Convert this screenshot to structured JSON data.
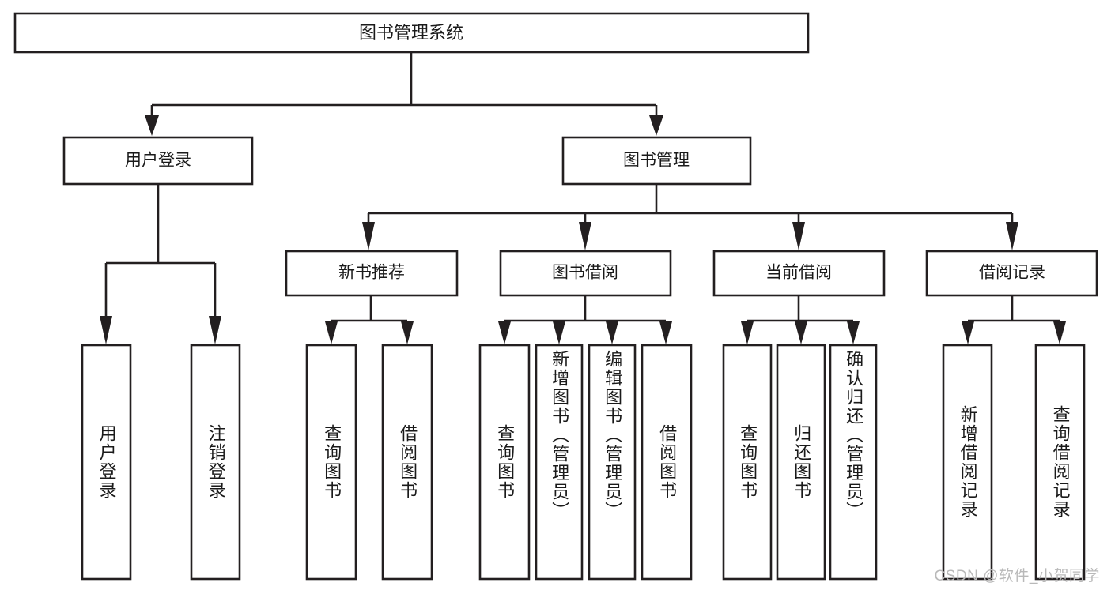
{
  "diagram": {
    "type": "tree-hierarchy",
    "title": "图书管理系统",
    "orientation": "top-down",
    "colors": {
      "box_stroke": "#231f20",
      "box_fill": "#ffffff",
      "text": "#1a1a1a",
      "background": "#ffffff",
      "watermark": "#b9b9b9"
    },
    "levels": {
      "root": {
        "label": "图书管理系统"
      },
      "modules": [
        {
          "label": "用户登录"
        },
        {
          "label": "图书管理"
        }
      ],
      "submodules": [
        {
          "label": "新书推荐"
        },
        {
          "label": "图书借阅"
        },
        {
          "label": "当前借阅"
        },
        {
          "label": "借阅记录"
        }
      ],
      "leaves": {
        "user_login": [
          {
            "label": "用户登录"
          },
          {
            "label": "注销登录"
          }
        ],
        "new_book_recommend": [
          {
            "label": "查询图书"
          },
          {
            "label": "借阅图书"
          }
        ],
        "book_borrow": [
          {
            "label": "查询图书"
          },
          {
            "label": "新增图书（管理员）"
          },
          {
            "label": "编辑图书（管理员）"
          },
          {
            "label": "借阅图书"
          }
        ],
        "current_borrow": [
          {
            "label": "查询图书"
          },
          {
            "label": "归还图书"
          },
          {
            "label": "确认归还（管理员）"
          }
        ],
        "borrow_record": [
          {
            "label": "新增借阅记录"
          },
          {
            "label": "查询借阅记录"
          }
        ]
      }
    }
  },
  "watermark": {
    "text": "CSDN @软件_小贺同学"
  }
}
